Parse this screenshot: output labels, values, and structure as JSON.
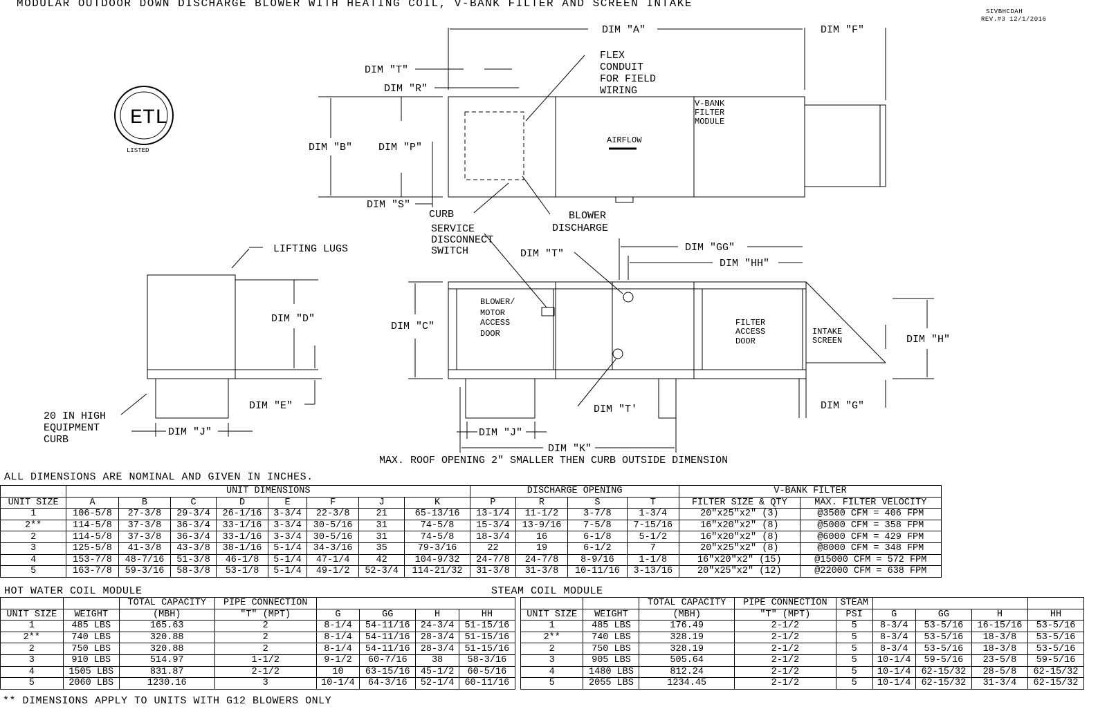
{
  "title": "MODULAR OUTDOOR DOWN DISCHARGE BLOWER WITH HEATING COIL, V-BANK FILTER AND SCREEN INTAKE",
  "drawing_id": "SIVBHCDAH",
  "revision": "REV.#3 12/1/2016",
  "logo_text": "ETL LISTED",
  "drawing": {
    "dim_a": "DIM \"A\"",
    "dim_f": "DIM \"F\"",
    "dim_t": "DIM \"T\"",
    "dim_r": "DIM \"R\"",
    "dim_b": "DIM \"B\"",
    "dim_p": "DIM \"P\"",
    "dim_s": "DIM \"S\"",
    "flex1": "FLEX",
    "flex2": "CONDUIT",
    "flex3": "FOR FIELD",
    "flex4": "WIRING",
    "vbank1": "V-BANK",
    "vbank2": "FILTER",
    "vbank3": "MODULE",
    "airflow": "AIRFLOW",
    "curb": "CURB",
    "blower1": "BLOWER",
    "blower2": "DISCHARGE",
    "lifting": "LIFTING LUGS",
    "dim_d": "DIM \"D\"",
    "dim_e": "DIM \"E\"",
    "dim_j": "DIM \"J\"",
    "curb1": "20 IN HIGH",
    "curb2": "EQUIPMENT",
    "curb3": "CURB",
    "svc1": "SERVICE",
    "svc2": "DISCONNECT",
    "svc3": "SWITCH",
    "dim_t2": "DIM \"T\"",
    "dim_gg": "DIM \"GG\"",
    "dim_hh": "DIM \"HH\"",
    "dim_c": "DIM \"C\"",
    "door1": "BLOWER/",
    "door2": "MOTOR",
    "door3": "ACCESS",
    "door4": "DOOR",
    "fdoor1": "FILTER",
    "fdoor2": "ACCESS",
    "fdoor3": "DOOR",
    "intake1": "INTAKE",
    "intake2": "SCREEN",
    "dim_h": "DIM \"H\"",
    "dim_g": "DIM \"G\"",
    "dim_t3": "DIM \"T'",
    "dim_j2": "DIM \"J\"",
    "dim_k": "DIM \"K\"",
    "roof_note": "MAX. ROOF OPENING 2\" SMALLER THEN CURB OUTSIDE DIMENSION"
  },
  "dims_note": "ALL DIMENSIONS ARE NOMINAL AND GIVEN IN INCHES.",
  "unit_table": {
    "group_headers": [
      "UNIT DIMENSIONS",
      "DISCHARGE OPENING",
      "V-BANK FILTER"
    ],
    "headers": [
      "UNIT SIZE",
      "A",
      "B",
      "C",
      "D",
      "E",
      "F",
      "J",
      "K",
      "P",
      "R",
      "S",
      "T",
      "FILTER SIZE & QTY",
      "MAX. FILTER VELOCITY"
    ],
    "rows": [
      [
        "1",
        "106-5/8",
        "27-3/8",
        "29-3/4",
        "26-1/16",
        "3-3/4",
        "22-3/8",
        "21",
        "65-13/16",
        "13-1/4",
        "11-1/2",
        "3-7/8",
        "1-3/4",
        "20\"x25\"x2\" (3)",
        "@3500 CFM = 406 FPM"
      ],
      [
        "2**",
        "114-5/8",
        "37-3/8",
        "36-3/4",
        "33-1/16",
        "3-3/4",
        "30-5/16",
        "31",
        "74-5/8",
        "15-3/4",
        "13-9/16",
        "7-5/8",
        "7-15/16",
        "16\"x20\"x2\" (8)",
        "@5000 CFM = 358 FPM"
      ],
      [
        "2",
        "114-5/8",
        "37-3/8",
        "36-3/4",
        "33-1/16",
        "3-3/4",
        "30-5/16",
        "31",
        "74-5/8",
        "18-3/4",
        "16",
        "6-1/8",
        "5-1/2",
        "16\"x20\"x2\" (8)",
        "@6000 CFM = 429 FPM"
      ],
      [
        "3",
        "125-5/8",
        "41-3/8",
        "43-3/8",
        "38-1/16",
        "5-1/4",
        "34-3/16",
        "35",
        "79-3/16",
        "22",
        "19",
        "6-1/2",
        "7",
        "20\"x25\"x2\" (8)",
        "@8000 CFM = 348 FPM"
      ],
      [
        "4",
        "153-7/8",
        "48-7/16",
        "51-3/8",
        "46-1/8",
        "5-1/4",
        "47-1/4",
        "42",
        "104-9/32",
        "24-7/8",
        "24-7/8",
        "8-9/16",
        "1-1/8",
        "16\"x20\"x2\" (15)",
        "@15000 CFM = 572 FPM"
      ],
      [
        "5",
        "163-7/8",
        "59-3/16",
        "58-3/8",
        "53-1/8",
        "5-1/4",
        "49-1/2",
        "52-3/4",
        "114-21/32",
        "31-3/8",
        "31-3/8",
        "10-11/16",
        "3-13/16",
        "20\"x25\"x2\" (12)",
        "@22000 CFM = 638 FPM"
      ]
    ]
  },
  "hot_water": {
    "title": "HOT WATER COIL MODULE",
    "top_headers": [
      "TOTAL CAPACITY",
      "PIPE CONNECTION"
    ],
    "headers": [
      "UNIT SIZE",
      "WEIGHT",
      "(MBH)",
      "\"T\" (MPT)",
      "G",
      "GG",
      "H",
      "HH"
    ],
    "rows": [
      [
        "1",
        "485 LBS",
        "165.63",
        "2",
        "8-1/4",
        "54-11/16",
        "24-3/4",
        "51-15/16"
      ],
      [
        "2**",
        "740 LBS",
        "320.88",
        "2",
        "8-1/4",
        "54-11/16",
        "28-3/4",
        "51-15/16"
      ],
      [
        "2",
        "750 LBS",
        "320.88",
        "2",
        "8-1/4",
        "54-11/16",
        "28-3/4",
        "51-15/16"
      ],
      [
        "3",
        "910 LBS",
        "514.97",
        "1-1/2",
        "9-1/2",
        "60-7/16",
        "38",
        "58-3/16"
      ],
      [
        "4",
        "1505 LBS",
        "831.87",
        "2-1/2",
        "10",
        "63-15/16",
        "45-1/2",
        "60-5/16"
      ],
      [
        "5",
        "2060 LBS",
        "1230.16",
        "3",
        "10-1/4",
        "64-3/16",
        "52-1/4",
        "60-11/16"
      ]
    ]
  },
  "steam": {
    "title": "STEAM COIL MODULE",
    "top_headers": [
      "TOTAL CAPACITY",
      "PIPE CONNECTION",
      "STEAM"
    ],
    "headers": [
      "UNIT SIZE",
      "WEIGHT",
      "(MBH)",
      "\"T\" (MPT)",
      "PSI",
      "G",
      "GG",
      "H",
      "HH"
    ],
    "rows": [
      [
        "1",
        "485 LBS",
        "176.49",
        "2-1/2",
        "5",
        "8-3/4",
        "53-5/16",
        "16-15/16",
        "53-5/16"
      ],
      [
        "2**",
        "740 LBS",
        "328.19",
        "2-1/2",
        "5",
        "8-3/4",
        "53-5/16",
        "18-3/8",
        "53-5/16"
      ],
      [
        "2",
        "750 LBS",
        "328.19",
        "2-1/2",
        "5",
        "8-3/4",
        "53-5/16",
        "18-3/8",
        "53-5/16"
      ],
      [
        "3",
        "905 LBS",
        "505.64",
        "2-1/2",
        "5",
        "10-1/4",
        "59-5/16",
        "23-5/8",
        "59-5/16"
      ],
      [
        "4",
        "1480 LBS",
        "812.24",
        "2-1/2",
        "5",
        "10-1/4",
        "62-15/32",
        "28-5/8",
        "62-15/32"
      ],
      [
        "5",
        "2055 LBS",
        "1234.45",
        "2-1/2",
        "5",
        "10-1/4",
        "62-15/32",
        "31-3/4",
        "62-15/32"
      ]
    ]
  },
  "footnote": "** DIMENSIONS APPLY TO UNITS WITH G12 BLOWERS ONLY"
}
